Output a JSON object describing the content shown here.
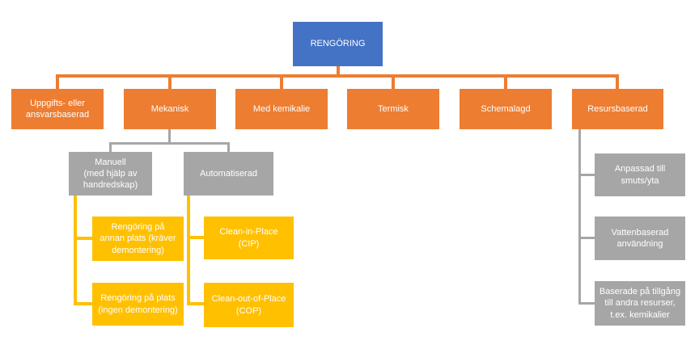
{
  "colors": {
    "root_blue": "#4472C4",
    "level2_orange": "#ED7D31",
    "branch_gray": "#A6A6A6",
    "branch_yellow": "#FFC000",
    "text": "#FFFFFF",
    "background": "#FFFFFF"
  },
  "nodes": {
    "root": "RENGÖRING",
    "uppgifts": "Uppgifts- eller\nansvarsbaserad",
    "mekanisk": "Mekanisk",
    "med_kemikalie": "Med kemikalie",
    "termisk": "Termisk",
    "schemalagd": "Schemalagd",
    "resursbaserad": "Resursbaserad",
    "manuell": "Manuell\n(med hjälp av\nhandredskap)",
    "automatiserad": "Automatiserad",
    "rengoring_annan_plats": "Rengöring på\nannan plats (kräver\ndemontering)",
    "rengoring_pa_plats": "Rengöring på plats\n(ingen demontering)",
    "cip": "Clean-in-Place\n(CIP)",
    "cop": "Clean-out-of-Place\n(COP)",
    "anpassad": "Anpassad till\nsmuts/yta",
    "vattenbaserad": "Vattenbaserad\nanvändning",
    "baserade": "Baserade på tillgång\ntill andra resurser,\nt.ex. kemikalier"
  }
}
